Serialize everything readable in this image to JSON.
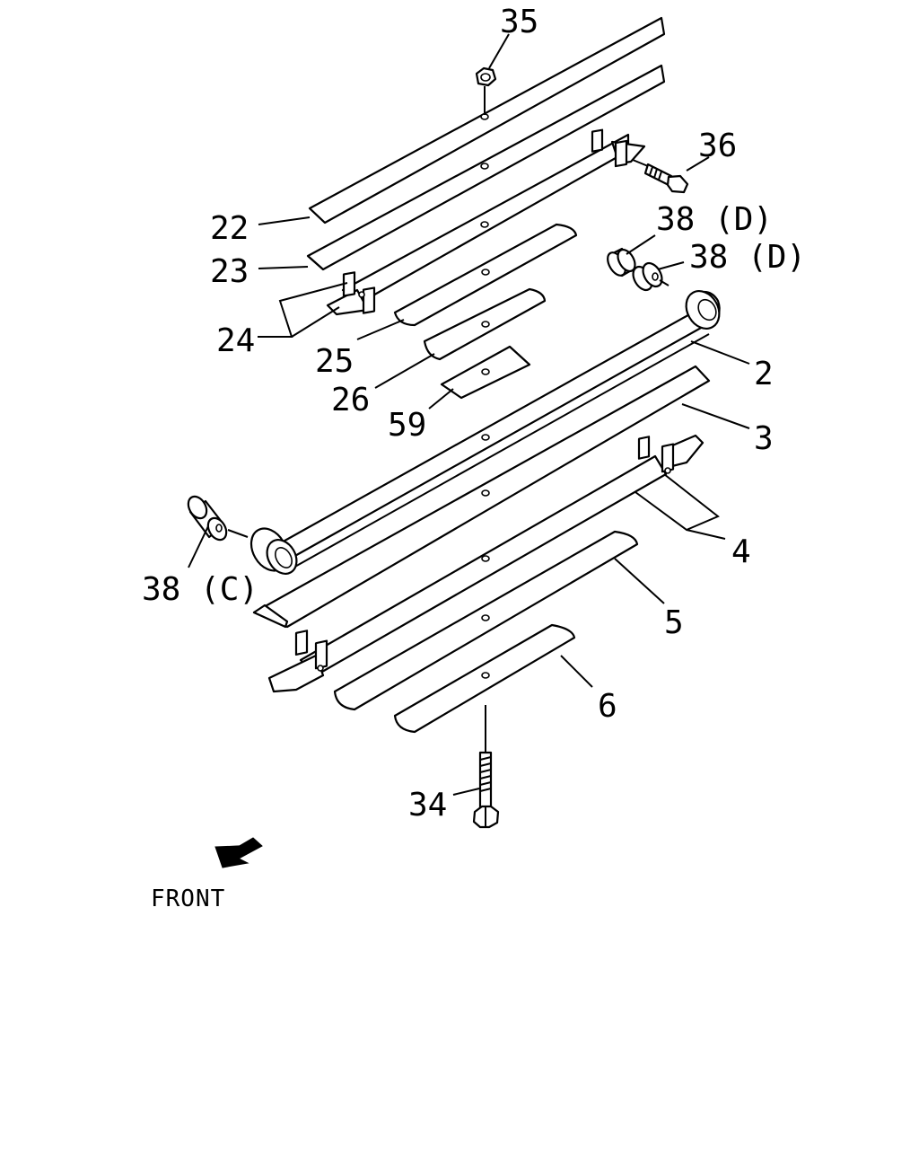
{
  "diagram": {
    "part_labels": [
      "35",
      "36",
      "22",
      "23",
      "24",
      "38 (D)",
      "38 (D)",
      "25",
      "26",
      "59",
      "2",
      "3",
      "4",
      "38 (C)",
      "5",
      "6",
      "34"
    ],
    "front_label": "FRONT"
  }
}
